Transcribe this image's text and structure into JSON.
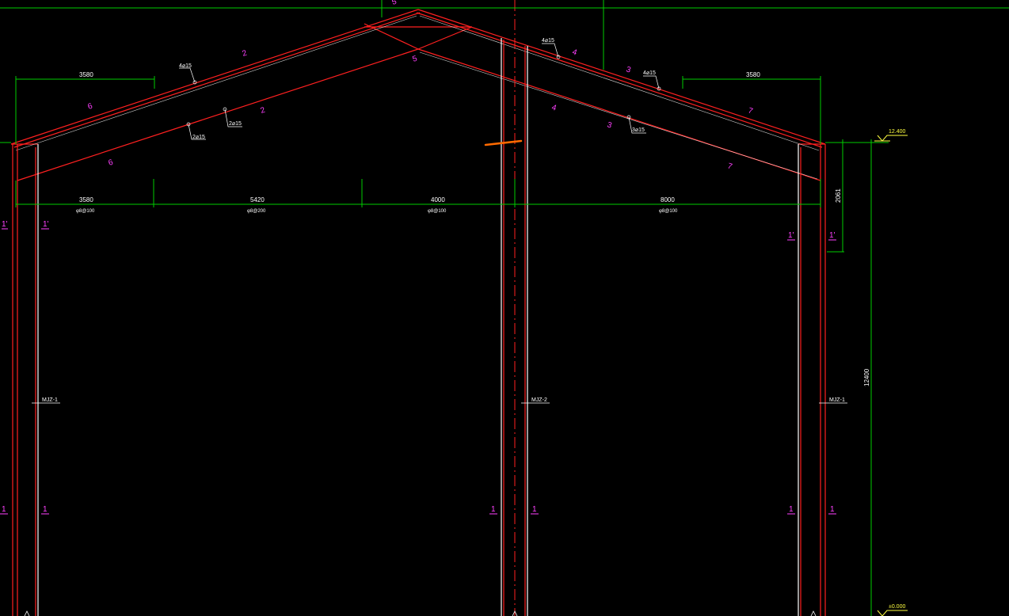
{
  "colors": {
    "background": "#000000",
    "structure_line": "#ff2020",
    "center_line": "#ff2020",
    "inner_line": "#ffffff",
    "dimension_line": "#00cc00",
    "section_mark": "#ff40ff",
    "elevation_mark": "#ffff40",
    "highlight_stroke": "#ff6a00"
  },
  "dimensions": {
    "top_left_span": "3580",
    "top_right_span": "3580",
    "bottom_spans": [
      "3580",
      "5420",
      "4000",
      "8000"
    ],
    "bottom_rebar": [
      "φ8@100",
      "φ8@200",
      "φ8@100",
      "φ8@100"
    ],
    "right_vertical_short": "2061",
    "right_vertical_total": "12400"
  },
  "rebar_labels": {
    "left_upper": "4⌀15",
    "left_lower_a": "2⌀15",
    "left_lower_b": "2⌀15",
    "right_upper_a": "4⌀15",
    "right_upper_b": "4⌀15",
    "right_lower": "3⌀15"
  },
  "section_marks": {
    "roof_left": [
      "2",
      "6",
      "2",
      "6"
    ],
    "roof_center": [
      "5",
      "5"
    ],
    "roof_right": [
      "4",
      "3",
      "7",
      "4",
      "3",
      "7"
    ],
    "column_upper": [
      "1'",
      "1'",
      "1'",
      "1'"
    ],
    "column_lower": [
      "1",
      "1",
      "1",
      "1",
      "1",
      "1"
    ]
  },
  "column_labels": {
    "left": "MJZ-1",
    "middle": "MJZ-2",
    "right": "MJZ-1"
  },
  "elevations": {
    "top": "12.400",
    "bottom": "±0.000"
  }
}
